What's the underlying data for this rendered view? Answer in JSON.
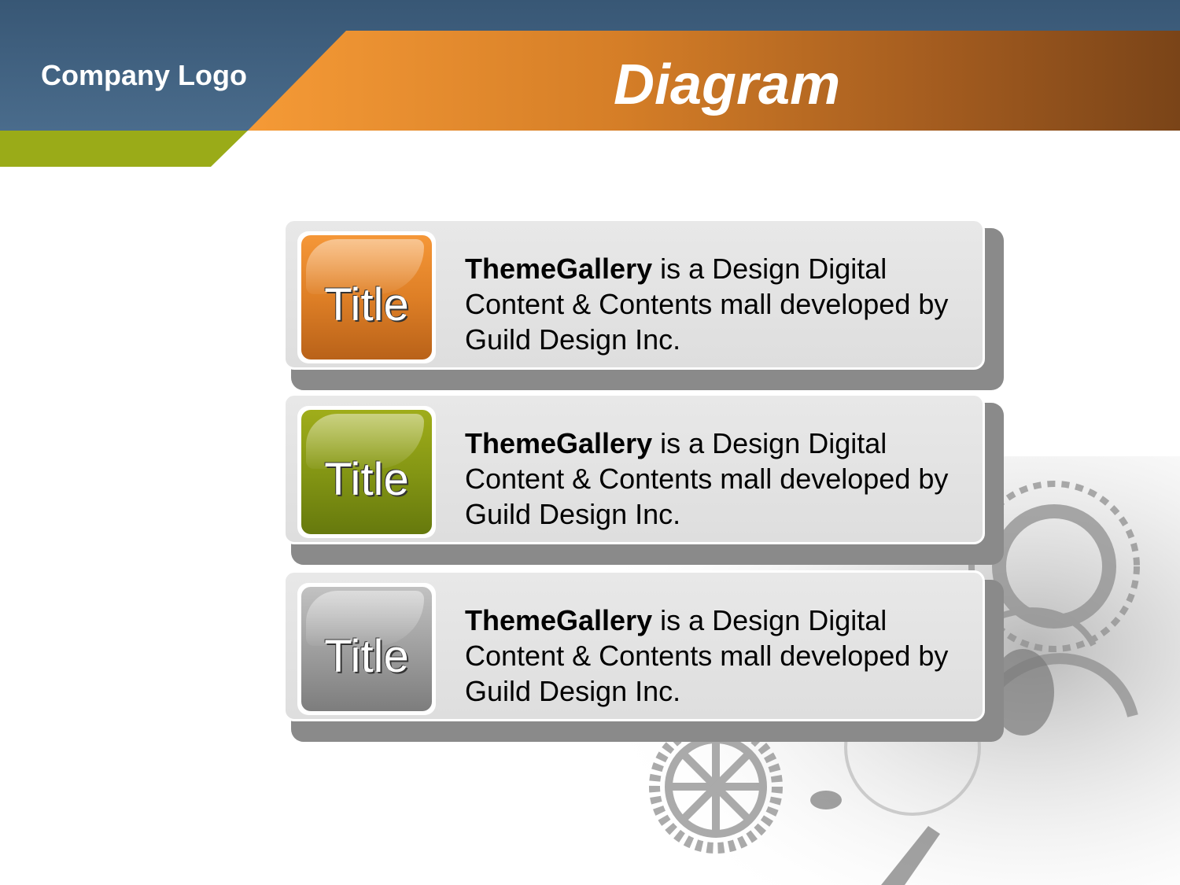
{
  "header": {
    "company_logo": "Company Logo",
    "slide_title": "Diagram"
  },
  "colors": {
    "header_blue": "#3f5f7f",
    "header_orange": "#e8892e",
    "accent_green": "#9aab18",
    "badge_orange": "#de7f26",
    "badge_green": "#849614",
    "badge_gray": "#9f9f9f"
  },
  "items": [
    {
      "badge": "Title",
      "bold": "ThemeGallery",
      "text": " is a Design Digital Content & Contents mall developed by Guild Design Inc.",
      "color": "orange"
    },
    {
      "badge": "Title",
      "bold": "ThemeGallery",
      "text": " is a Design Digital Content & Contents mall developed by Guild Design Inc.",
      "color": "green"
    },
    {
      "badge": "Title",
      "bold": "ThemeGallery",
      "text": " is a Design Digital Content & Contents mall developed by Guild Design Inc.",
      "color": "gray"
    }
  ]
}
